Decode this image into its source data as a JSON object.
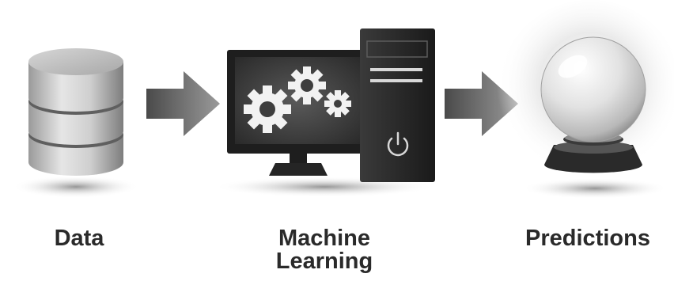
{
  "labels": {
    "data": "Data",
    "machine_learning_line1": "Machine",
    "machine_learning_line2": "Learning",
    "predictions": "Predictions"
  },
  "icons": {
    "stage1": "database-icon",
    "stage2": "computer-with-gears-icon",
    "stage3": "crystal-ball-icon",
    "connector": "arrow-right-icon"
  },
  "colors": {
    "text": "#2a2a2a",
    "icon_dark": "#1f1f1f",
    "icon_mid": "#6b6b6b",
    "icon_light": "#d9d9d9"
  }
}
